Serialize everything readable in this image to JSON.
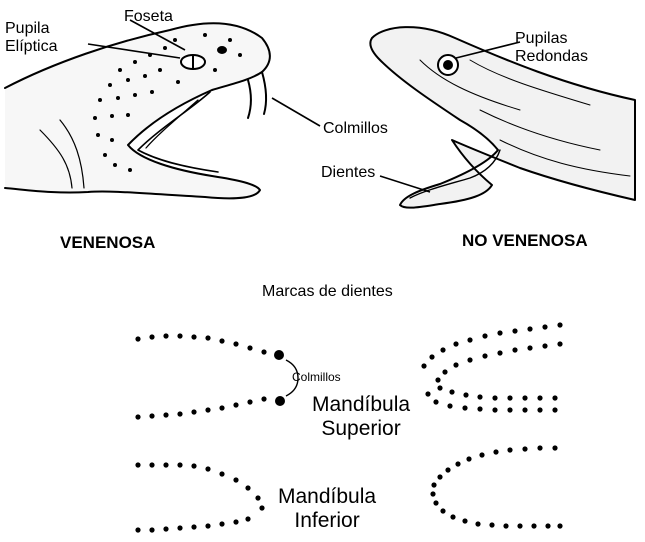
{
  "labels": {
    "pupila_eliptica": "Pupila\nElíptica",
    "foseta": "Foseta",
    "colmillos": "Colmillos",
    "pupilas_redondas": "Pupilas\nRedondas",
    "dientes": "Dientes",
    "venenosa": "VENENOSA",
    "no_venenosa": "NO VENENOSA",
    "marcas": "Marcas de dientes",
    "colmillos_small": "Colmillos",
    "mandibula_superior": "Mandíbula\nSuperior",
    "mandibula_inferior": "Mandíbula\nInferior"
  },
  "colors": {
    "ink": "#000000",
    "background": "#ffffff",
    "scale_fill": "#f2f2f2"
  },
  "icons": [
    "venomous-snake-head-drawing",
    "non-venomous-snake-head-drawing",
    "bite-mark-dots"
  ]
}
